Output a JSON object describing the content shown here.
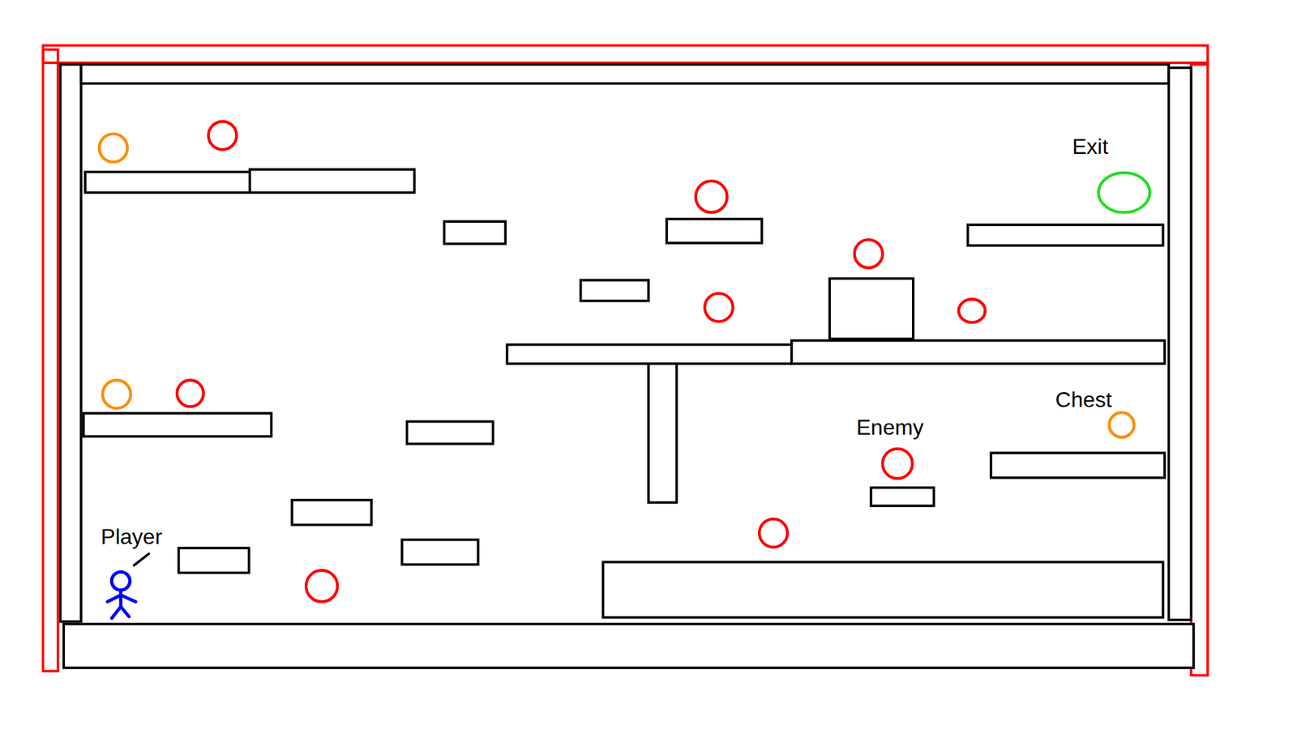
{
  "diagram": {
    "labels": [
      "Exit",
      "Chest",
      "Enemy",
      "Player"
    ]
  }
}
